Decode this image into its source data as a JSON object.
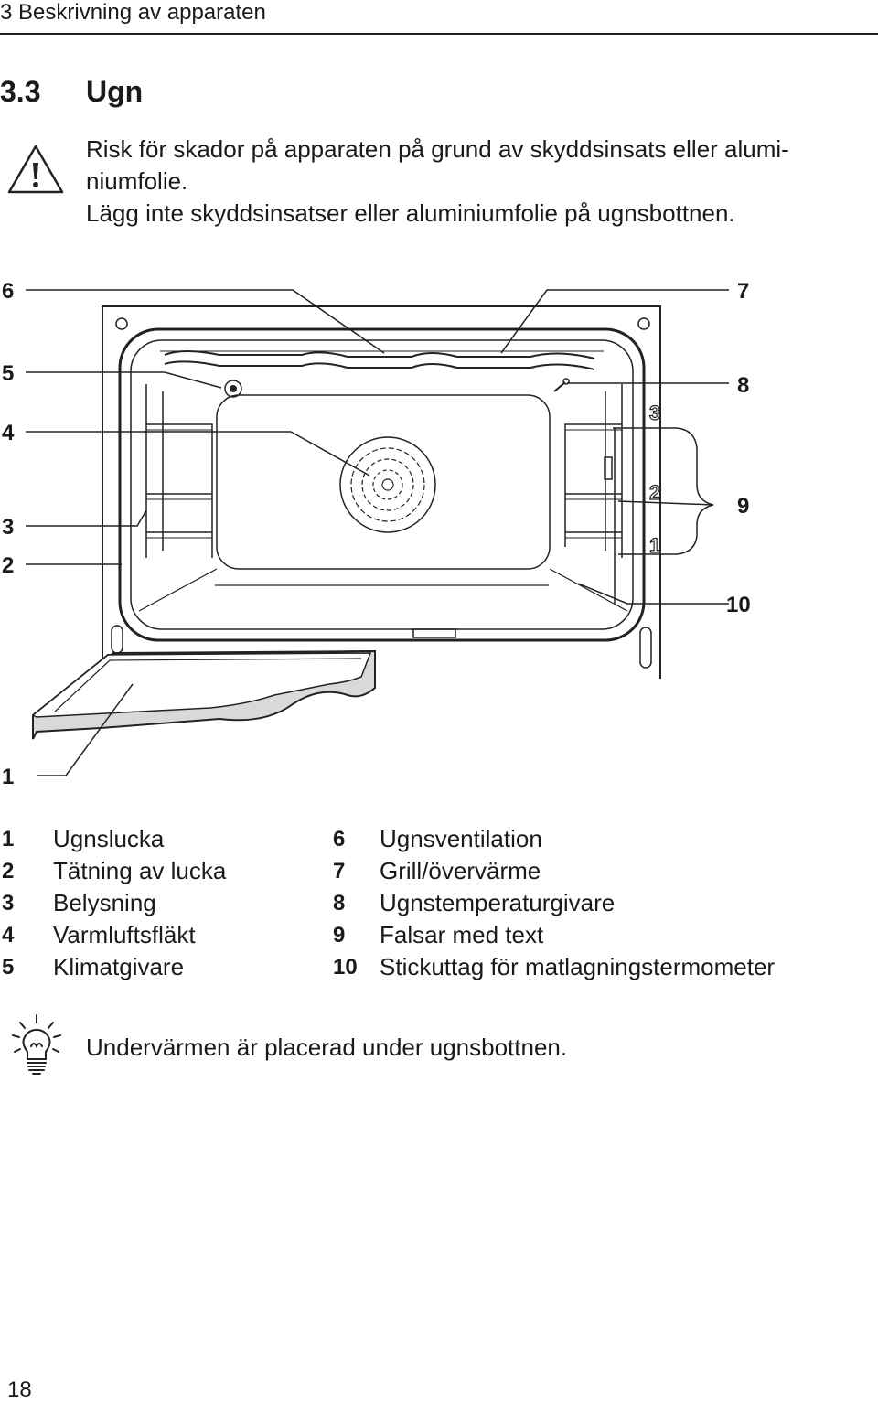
{
  "header": {
    "section": "3 Beskrivning av apparaten"
  },
  "title": {
    "number": "3.3",
    "text": "Ugn"
  },
  "warning": {
    "icon": "warning-triangle-icon",
    "line1": "Risk för skador på apparaten på grund av skyddsinsats eller alumi-",
    "line2": "niumfolie.",
    "line3": "Lägg inte skyddsinsatser eller aluminiumfolie på ugnsbottnen."
  },
  "figure": {
    "callouts": [
      "1",
      "2",
      "3",
      "4",
      "5",
      "6",
      "7",
      "8",
      "9",
      "10"
    ],
    "shelf_marks": [
      "3",
      "2",
      "1"
    ]
  },
  "legend": {
    "left": [
      {
        "num": "1",
        "label": "Ugnslucka"
      },
      {
        "num": "2",
        "label": "Tätning av lucka"
      },
      {
        "num": "3",
        "label": "Belysning"
      },
      {
        "num": "4",
        "label": "Varmluftsfläkt"
      },
      {
        "num": "5",
        "label": "Klimatgivare"
      }
    ],
    "right": [
      {
        "num": "6",
        "label": "Ugnsventilation"
      },
      {
        "num": "7",
        "label": "Grill/övervärme"
      },
      {
        "num": "8",
        "label": "Ugnstemperaturgivare"
      },
      {
        "num": "9",
        "label": "Falsar med text"
      },
      {
        "num": "10",
        "label": "Stickuttag för matlagningstermometer"
      }
    ]
  },
  "tip": {
    "icon": "light-bulb-icon",
    "text": "Undervärmen är placerad under ugnsbottnen."
  },
  "page": {
    "number": "18"
  }
}
